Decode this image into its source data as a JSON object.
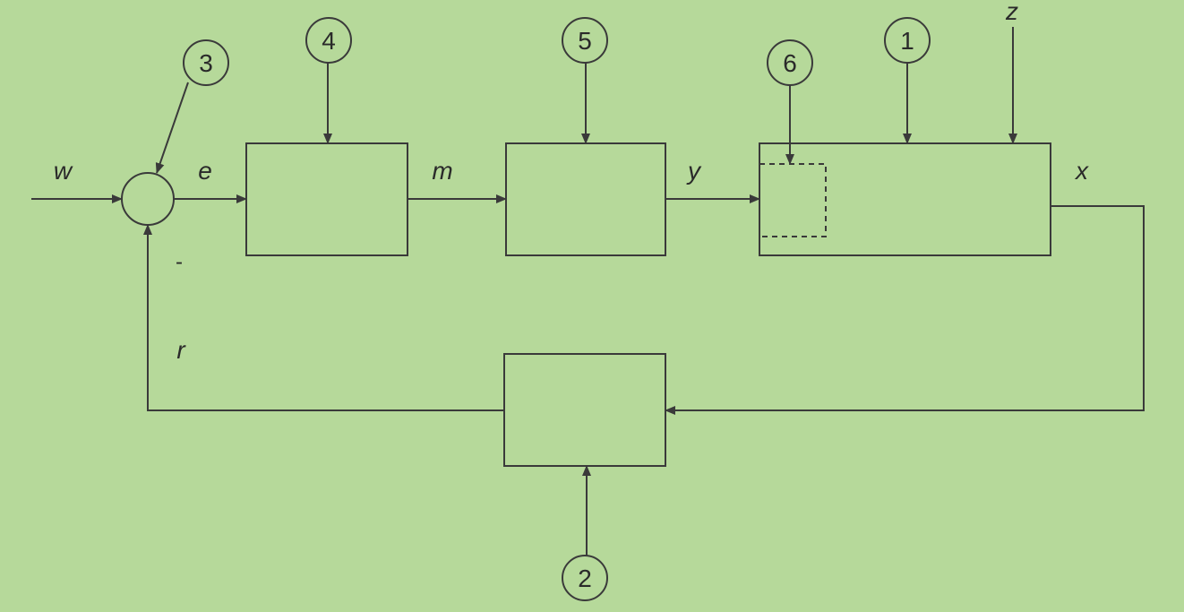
{
  "signals": {
    "w": "w",
    "e": "e",
    "m": "m",
    "y": "y",
    "x": "x",
    "z": "z",
    "r": "r"
  },
  "markers": {
    "n1": "1",
    "n2": "2",
    "n3": "3",
    "n4": "4",
    "n5": "5",
    "n6": "6"
  },
  "sum_sign": "-",
  "colors": {
    "background": "#b6d99a",
    "line": "#3a3a3a"
  }
}
